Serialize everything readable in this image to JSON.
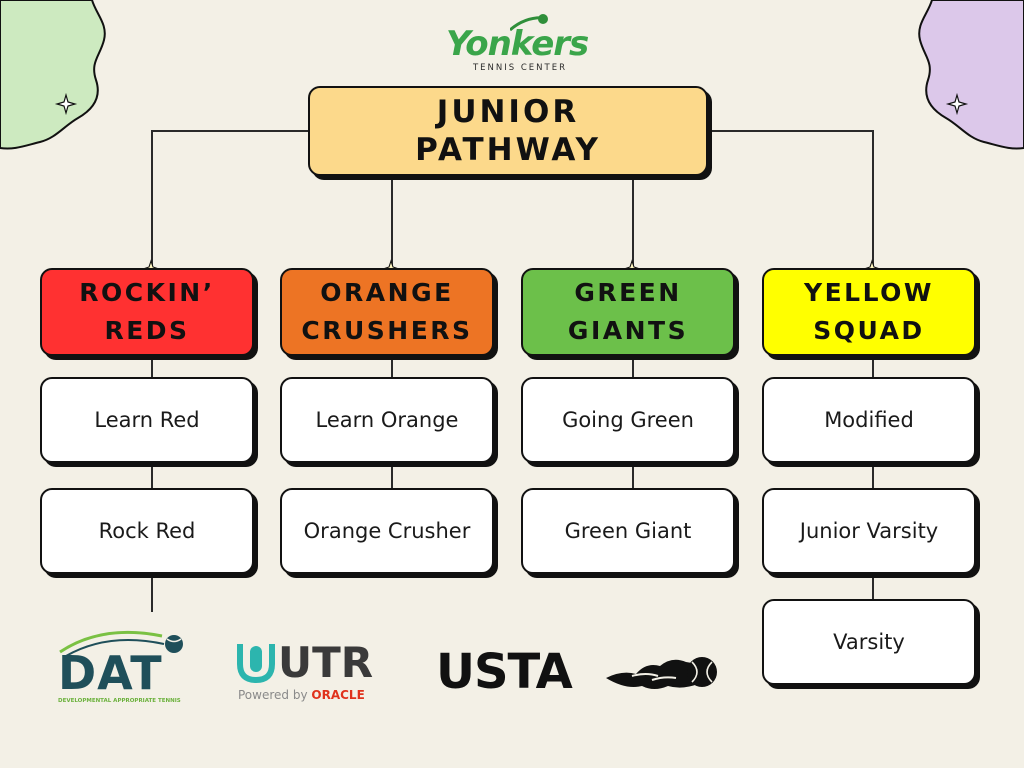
{
  "header_logo": {
    "name": "Yonkers",
    "subtitle": "TENNIS CENTER"
  },
  "title": {
    "line1": "JUNIOR",
    "line2": "PATHWAY"
  },
  "columns": [
    {
      "line1": "ROCKIN’",
      "line2": "REDS",
      "color": "#ff3131",
      "items": [
        "Learn Red",
        "Rock Red"
      ]
    },
    {
      "line1": "ORANGE",
      "line2": "CRUSHERS",
      "color": "#ed7424",
      "items": [
        "Learn Orange",
        "Orange Crusher"
      ]
    },
    {
      "line1": "GREEN",
      "line2": "GIANTS",
      "color": "#6cc04a",
      "items": [
        "Going Green",
        "Green Giant"
      ]
    },
    {
      "line1": "YELLOW",
      "line2": "SQUAD",
      "color": "#ffff00",
      "items": [
        "Modified",
        "Junior Varsity",
        "Varsity"
      ]
    }
  ],
  "logos": {
    "dat": {
      "name": "DAT",
      "subtitle": "DEVELOPMENTAL APPROPRIATE TENNIS"
    },
    "utr": {
      "name": "UTR",
      "powered": "Powered by",
      "brand": "ORACLE"
    },
    "usta": {
      "name": "USTA"
    }
  },
  "colors": {
    "background": "#f3f0e6",
    "green_corner": "#cdeac0",
    "purple_corner": "#dcc8ea",
    "title_box": "#fcd98b",
    "yonkers_green": "#3aa54a"
  }
}
